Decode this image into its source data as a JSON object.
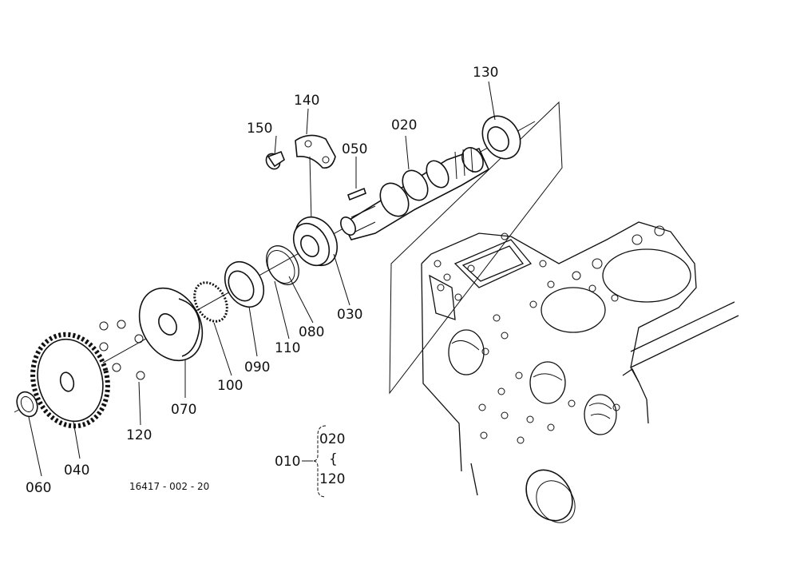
{
  "drawing_code": "16417 - 002 - 20",
  "callouts": {
    "p010": "010",
    "p020": "020",
    "p030": "030",
    "p040": "040",
    "p050": "050",
    "p060": "060",
    "p070": "070",
    "p080": "080",
    "p090": "090",
    "p100": "100",
    "p110": "110",
    "p120": "120",
    "p130": "130",
    "p140": "140",
    "p150": "150"
  },
  "assembly_group": {
    "label": "010",
    "range_start": "020",
    "range_separator": "{",
    "range_end": "120"
  }
}
